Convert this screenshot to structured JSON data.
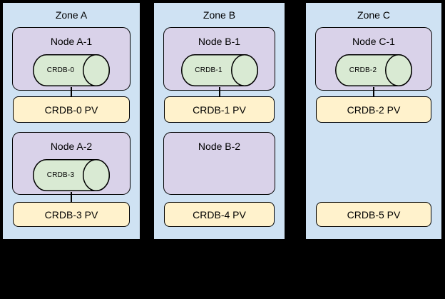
{
  "colors": {
    "background": "#000000",
    "zone_fill": "#cfe2f3",
    "node_fill": "#d9d2e9",
    "pod_fill": "#d9ead3",
    "pv_fill": "#fff2cc",
    "border": "#000000"
  },
  "zones": [
    {
      "title": "Zone A",
      "nodes": [
        {
          "label": "Node A-1",
          "pod": "CRDB-0"
        },
        {
          "label": "Node A-2",
          "pod": "CRDB-3"
        }
      ],
      "pvs": [
        "CRDB-0 PV",
        "CRDB-3 PV"
      ]
    },
    {
      "title": "Zone B",
      "nodes": [
        {
          "label": "Node B-1",
          "pod": "CRDB-1"
        },
        {
          "label": "Node B-2",
          "pod": null
        }
      ],
      "pvs": [
        "CRDB-1 PV",
        "CRDB-4 PV"
      ]
    },
    {
      "title": "Zone C",
      "nodes": [
        {
          "label": "Node C-1",
          "pod": "CRDB-2"
        }
      ],
      "pvs": [
        "CRDB-2 PV",
        "CRDB-5 PV"
      ]
    }
  ]
}
